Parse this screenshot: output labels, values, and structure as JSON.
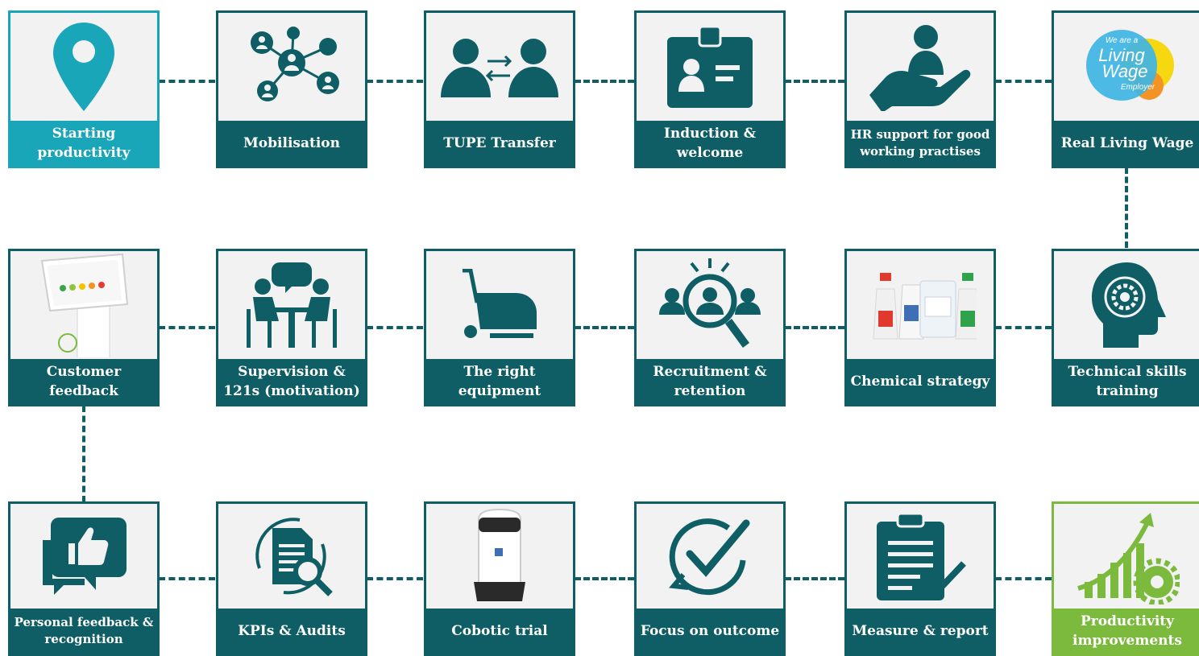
{
  "row1": {
    "starting": "Starting productivity",
    "mobilisation": "Mobilisation",
    "tupe": "TUPE Transfer",
    "induction": "Induction & welcome",
    "hr": "HR support for good working practises",
    "living_wage": "Real Living Wage",
    "lw_badge": {
      "top": "We are a",
      "line1": "Living",
      "line2": "Wage",
      "bottom": "Employer"
    }
  },
  "row2": {
    "customer": "Customer feedback",
    "supervision": "Supervision & 121s (motivation)",
    "equipment": "The right equipment",
    "recruitment": "Recruitment & retention",
    "chemical": "Chemical strategy",
    "technical": "Technical skills training"
  },
  "row3": {
    "personal": "Personal feedback & recognition",
    "kpis": "KPIs & Audits",
    "cobotic": "Cobotic trial",
    "focus": "Focus on outcome",
    "measure": "Measure & report",
    "productivity": "Productivity improvements"
  },
  "colors": {
    "teal": "#0f5e66",
    "cyan": "#18a6b8",
    "green": "#7cba3e",
    "card_bg": "#f2f2f2"
  }
}
